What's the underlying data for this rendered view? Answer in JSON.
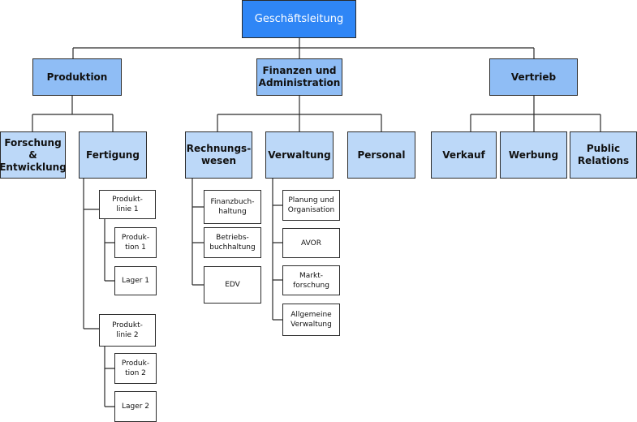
{
  "chart": {
    "root": "Geschäftsleitung",
    "divisions": [
      "Produktion",
      "Finanzen und\nAdministration",
      "Vertrieb"
    ],
    "departments": {
      "forschung": "Forschung &\nEntwicklung",
      "fertigung": "Fertigung",
      "rechnungswesen": "Rechnungs-\nwesen",
      "verwaltung": "Verwaltung",
      "personal": "Personal",
      "verkauf": "Verkauf",
      "werbung": "Werbung",
      "public_relations": "Public\nRelations"
    },
    "fertigung_units": {
      "produktlinie1": "Produkt-\nlinie 1",
      "produktion1": "Produk-\ntion 1",
      "lager1": "Lager 1",
      "produktlinie2": "Produkt-\nlinie 2",
      "produktion2": "Produk-\ntion 2",
      "lager2": "Lager 2"
    },
    "rechnungswesen_units": [
      "Finanzbuch-\nhaltung",
      "Betriebs-\nbuchhaltung",
      "EDV"
    ],
    "verwaltung_units": [
      "Planung und\nOrganisation",
      "AVOR",
      "Markt-\nforschung",
      "Allgemeine\nVerwaltung"
    ]
  },
  "colors": {
    "top_box": "#2f86f6",
    "division_box": "#8fbdf5",
    "department_box": "#bcd8f8",
    "leaf_box": "#ffffff",
    "line": "#2b2b2b"
  }
}
